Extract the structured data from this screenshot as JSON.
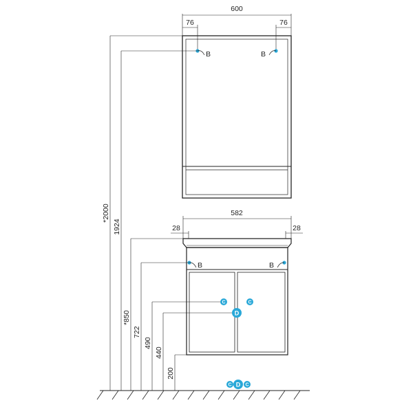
{
  "cabinet_dims": {
    "width": "600",
    "left_inset": "76",
    "right_inset": "76",
    "left_mount_label": "B",
    "right_mount_label": "B"
  },
  "vanity_dims": {
    "width": "582",
    "left_inset": "28",
    "right_inset": "28",
    "left_mount_label": "B",
    "right_mount_label": "B"
  },
  "heights": {
    "h2000": "*2000",
    "h1924": "1924",
    "h850": "*850",
    "h722": "722",
    "h490": "490",
    "h440": "440",
    "h200": "200"
  },
  "connections": {
    "c_left": "C",
    "c_right": "C",
    "drain": "D",
    "floor_c_left": "C",
    "floor_drain": "D",
    "floor_c_right": "C"
  },
  "colors": {
    "line": "#222222",
    "accent": "#29a8d8"
  }
}
